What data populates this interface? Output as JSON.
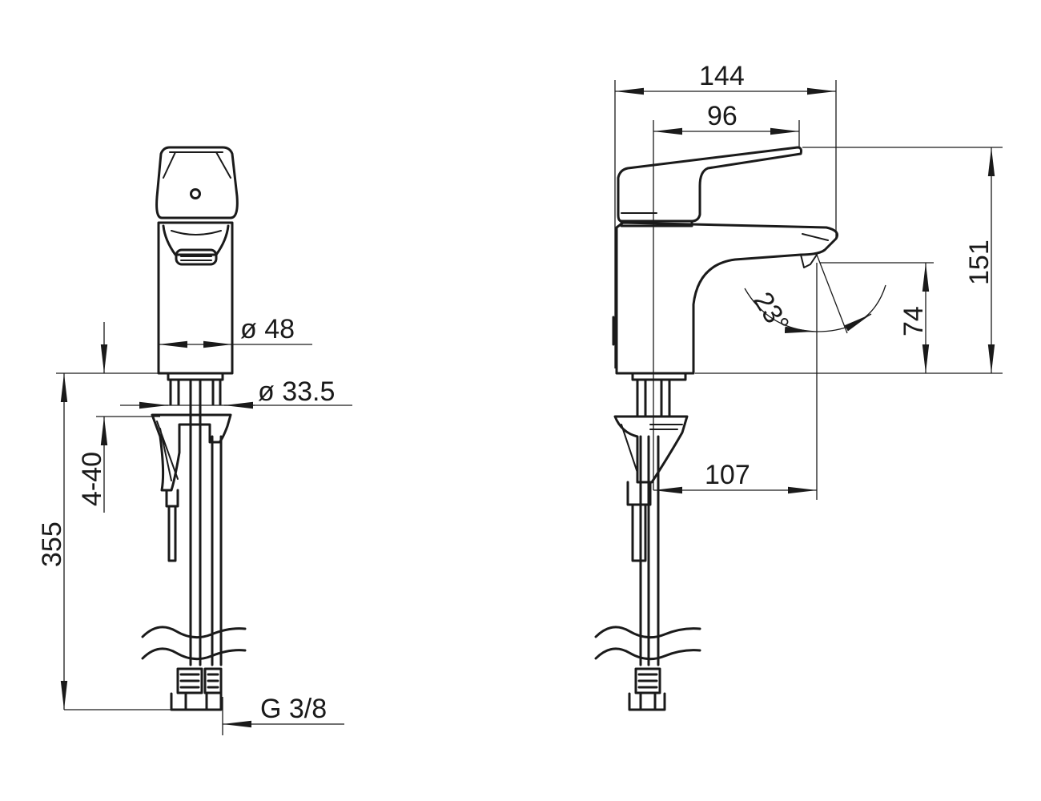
{
  "front_view": {
    "dim_diameter_body": "ø 48",
    "dim_diameter_shank": "ø 33.5",
    "dim_deck_thickness": "4-40",
    "dim_total_length": "355",
    "dim_thread": "G 3/8"
  },
  "side_view": {
    "dim_total_depth": "144",
    "dim_lever_reach": "96",
    "dim_total_height": "151",
    "dim_spout_height": "74",
    "dim_spout_reach": "107",
    "dim_spout_angle": "23°"
  },
  "colors": {
    "line": "#1a1a1a",
    "background": "#ffffff"
  }
}
